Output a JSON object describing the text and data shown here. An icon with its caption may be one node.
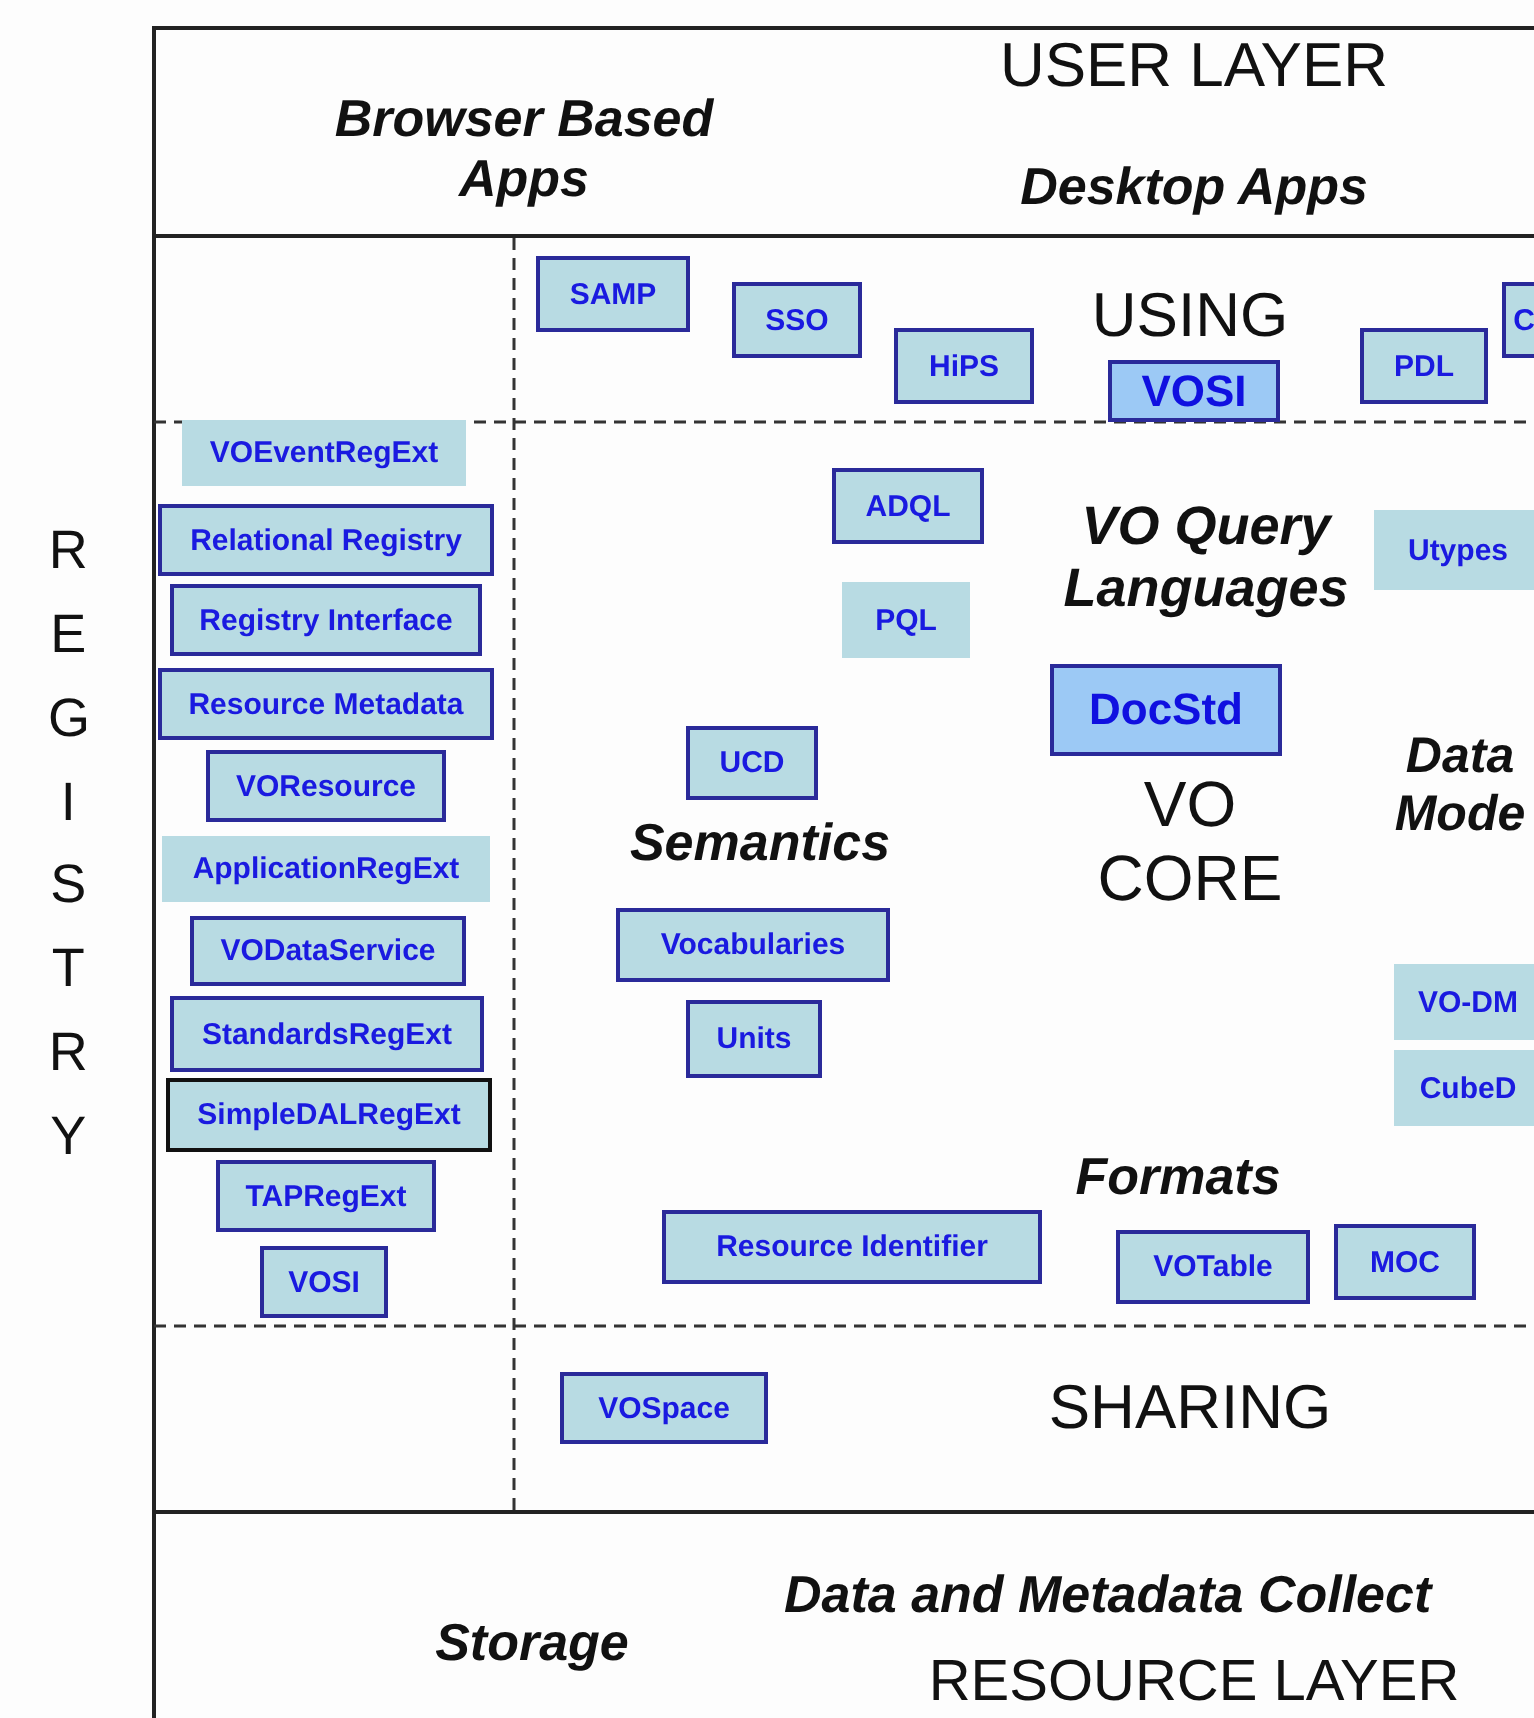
{
  "diagram": {
    "nodes": [
      {
        "text": [
          "USER LAYER",
          "Browser Based Apps",
          "Desktop Apps"
        ]
      },
      {
        "text": [
          "SAMP"
        ]
      },
      {
        "text": [
          "SSO"
        ]
      },
      {
        "text": [
          "HiPS"
        ]
      },
      {
        "text": [
          "VOSI"
        ]
      },
      {
        "text": [
          "PDL"
        ]
      },
      {
        "text": [
          "C"
        ]
      },
      {
        "text": [
          "VOEventRegExt"
        ]
      },
      {
        "text": [
          "Relational Registry"
        ]
      },
      {
        "text": [
          "Registry Interface"
        ]
      },
      {
        "text": [
          "Resource Metadata"
        ]
      },
      {
        "text": [
          "VOResource"
        ]
      },
      {
        "text": [
          "ApplicationRegExt"
        ]
      },
      {
        "text": [
          "VODataService"
        ]
      },
      {
        "text": [
          "StandardsRegExt"
        ]
      },
      {
        "text": [
          "SimpleDALRegExt"
        ]
      },
      {
        "text": [
          "TAPRegExt"
        ]
      },
      {
        "text": [
          "VOSI"
        ]
      },
      {
        "text": [
          "ADQL"
        ]
      },
      {
        "text": [
          "PQL"
        ]
      },
      {
        "text": [
          "Utypes"
        ]
      },
      {
        "text": [
          "DocStd"
        ]
      },
      {
        "text": [
          "UCD"
        ]
      },
      {
        "text": [
          "Vocabularies"
        ]
      },
      {
        "text": [
          "Units"
        ]
      },
      {
        "text": [
          "VO-DM"
        ]
      },
      {
        "text": [
          "CubeD"
        ]
      },
      {
        "text": [
          "Resource Identifier"
        ]
      },
      {
        "text": [
          "VOTable"
        ]
      },
      {
        "text": [
          "MOC"
        ]
      },
      {
        "text": [
          "VOSpace"
        ]
      },
      {
        "text": [
          "Data and Metadata Collect",
          "Storage",
          "RESOURCE LAYER"
        ]
      }
    ],
    "labels": [
      "REGISTRY",
      "USING",
      "VO Query Languages",
      "Semantics",
      "VO CORE",
      "Data Mode",
      "Formats",
      "SHARING"
    ]
  }
}
